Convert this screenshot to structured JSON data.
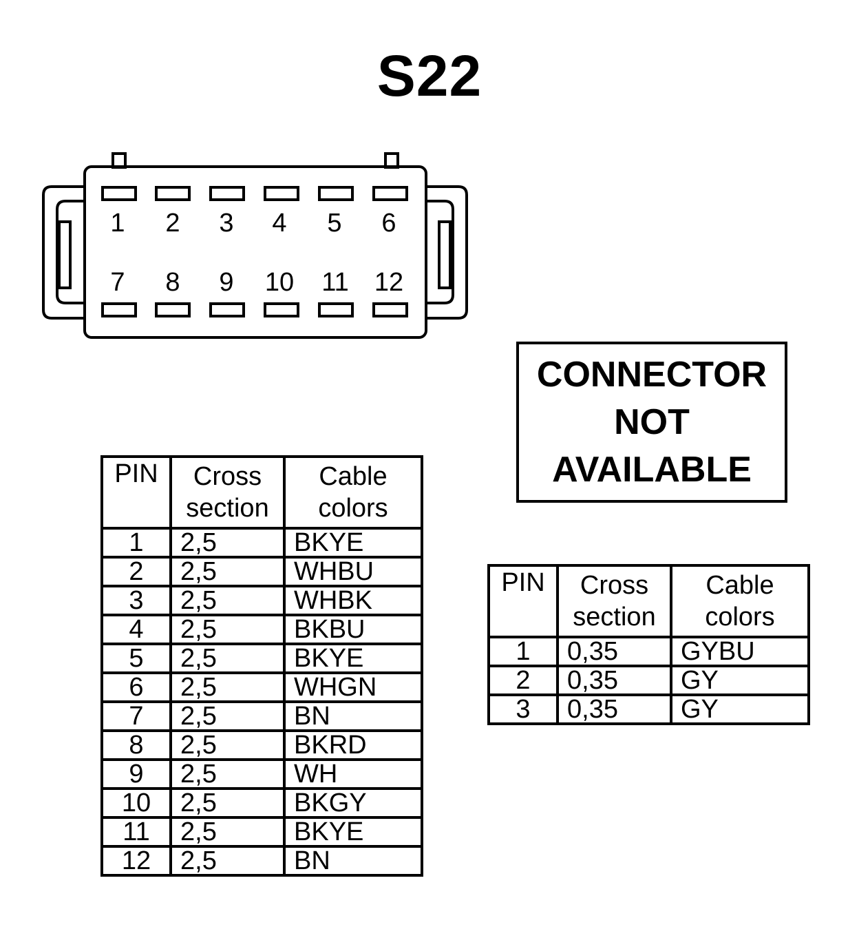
{
  "title": "S22",
  "connector": {
    "top_row_pins": [
      "1",
      "2",
      "3",
      "4",
      "5",
      "6"
    ],
    "bottom_row_pins": [
      "7",
      "8",
      "9",
      "10",
      "11",
      "12"
    ]
  },
  "notice": {
    "line1": "CONNECTOR",
    "line2": "NOT",
    "line3": "AVAILABLE"
  },
  "main_table": {
    "headers": {
      "pin": "PIN",
      "cross_1": "Cross",
      "cross_2": "section",
      "cable_1": "Cable",
      "cable_2": "colors"
    },
    "rows": [
      {
        "pin": "1",
        "cross": "2,5",
        "color": "BKYE"
      },
      {
        "pin": "2",
        "cross": "2,5",
        "color": "WHBU"
      },
      {
        "pin": "3",
        "cross": "2,5",
        "color": "WHBK"
      },
      {
        "pin": "4",
        "cross": "2,5",
        "color": "BKBU"
      },
      {
        "pin": "5",
        "cross": "2,5",
        "color": "BKYE"
      },
      {
        "pin": "6",
        "cross": "2,5",
        "color": "WHGN"
      },
      {
        "pin": "7",
        "cross": "2,5",
        "color": "BN"
      },
      {
        "pin": "8",
        "cross": "2,5",
        "color": "BKRD"
      },
      {
        "pin": "9",
        "cross": "2,5",
        "color": "WH"
      },
      {
        "pin": "10",
        "cross": "2,5",
        "color": "BKGY"
      },
      {
        "pin": "11",
        "cross": "2,5",
        "color": "BKYE"
      },
      {
        "pin": "12",
        "cross": "2,5",
        "color": "BN"
      }
    ]
  },
  "side_table": {
    "headers": {
      "pin": "PIN",
      "cross_1": "Cross",
      "cross_2": "section",
      "cable_1": "Cable",
      "cable_2": "colors"
    },
    "rows": [
      {
        "pin": "1",
        "cross": "0,35",
        "color": "GYBU"
      },
      {
        "pin": "2",
        "cross": "0,35",
        "color": "GY"
      },
      {
        "pin": "3",
        "cross": "0,35",
        "color": "GY"
      }
    ]
  }
}
